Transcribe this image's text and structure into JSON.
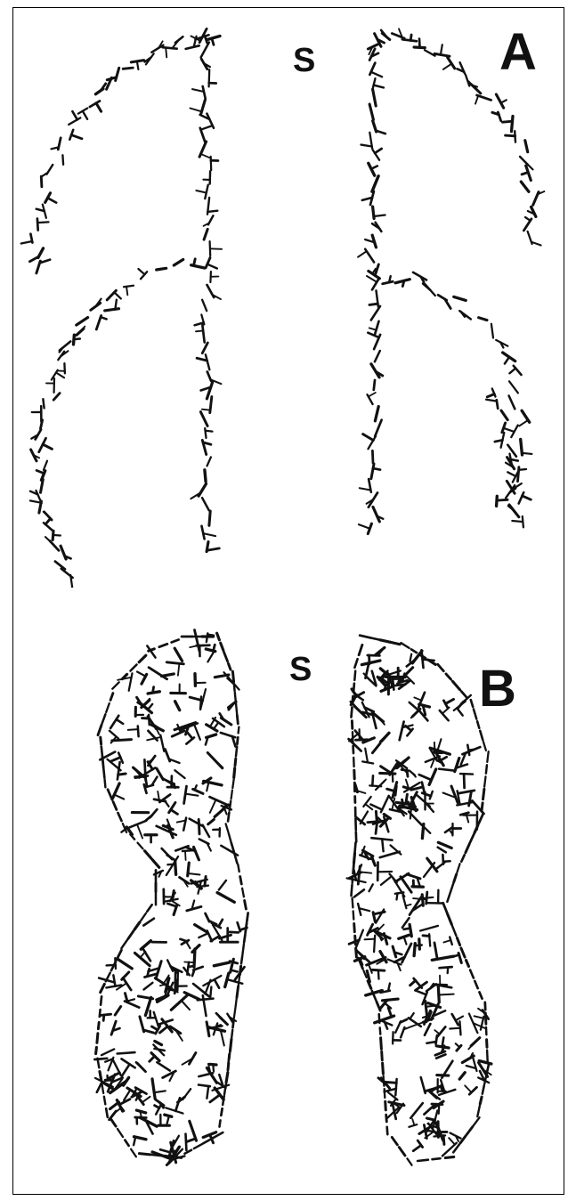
{
  "panel_a": {
    "letter": "A",
    "s_label": "S"
  },
  "panel_b": {
    "letter": "B",
    "s_label": "S"
  },
  "colors": {
    "ink": "#111111",
    "background": "#ffffff",
    "frame": "#000000"
  }
}
